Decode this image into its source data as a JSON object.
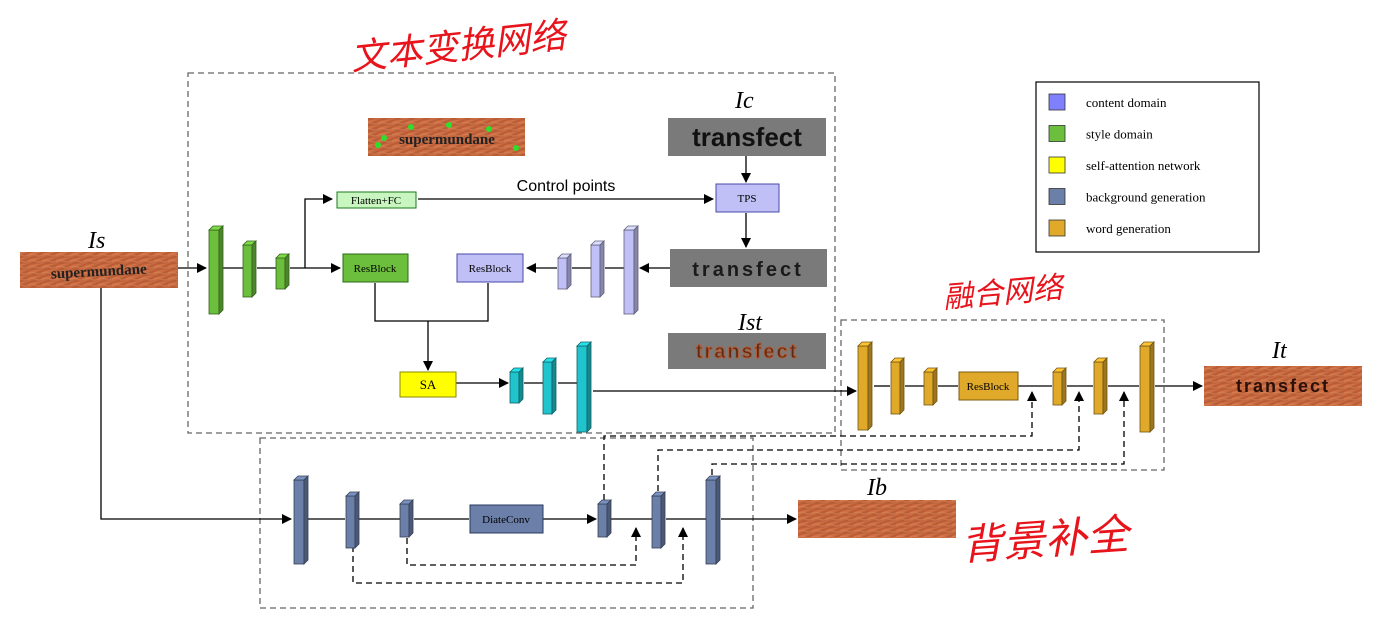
{
  "labels": {
    "is": "Is",
    "ic": "Ic",
    "ist": "Ist",
    "it": "It",
    "ib": "Ib"
  },
  "images": {
    "source_text": "supermundane",
    "target_text": "transfect"
  },
  "modules": {
    "flatten_fc": "Flatten+FC",
    "control_points": "Control points",
    "tps": "TPS",
    "resblock_style": "ResBlock",
    "resblock_content": "ResBlock",
    "sa": "SA",
    "resblock_fusion": "ResBlock",
    "diateconv": "DiateConv"
  },
  "annotations": {
    "text_conversion": "文本变换网络",
    "fusion": "融合网络",
    "background_inpainting": "背景补全"
  },
  "legend": {
    "items": [
      {
        "label": "content domain",
        "color": "#8080ff"
      },
      {
        "label": "style domain",
        "color": "#6cbf3c"
      },
      {
        "label": "self-attention network",
        "color": "#ffff00"
      },
      {
        "label": "background generation",
        "color": "#6b7fa8"
      },
      {
        "label": "word generation",
        "color": "#e0a92a"
      }
    ]
  },
  "colors": {
    "content": "#c0c0f6",
    "style": "#6cbf3c",
    "sa": "#ffff00",
    "background": "#6b7fa8",
    "word": "#e0a92a",
    "decoder": "#20c4cc",
    "annotation": "#e8141c"
  }
}
